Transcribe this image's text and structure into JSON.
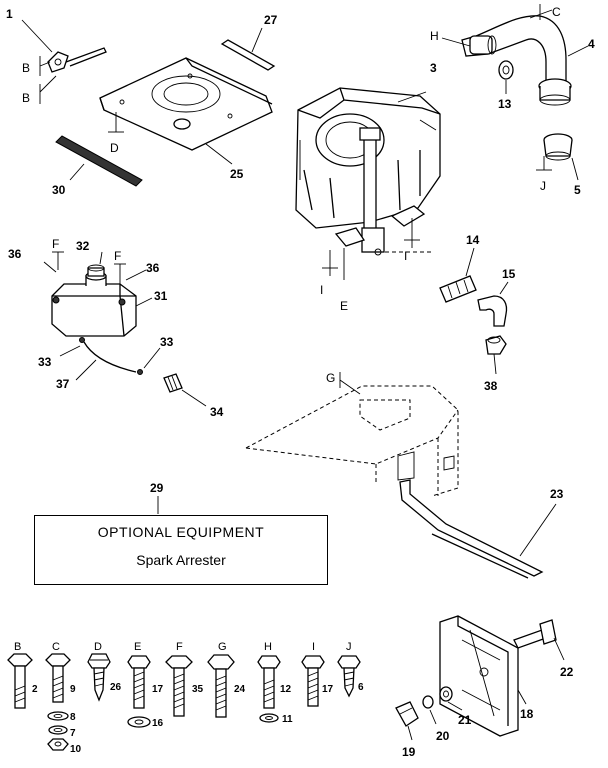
{
  "optional_equipment": {
    "title": "OPTIONAL EQUIPMENT",
    "item": "Spark Arrester"
  },
  "callouts": {
    "n1": "1",
    "n2": "2",
    "n3": "3",
    "n4": "4",
    "n5": "5",
    "n6": "6",
    "n7": "7",
    "n8": "8",
    "n9": "9",
    "n10": "10",
    "n11": "11",
    "n12": "12",
    "n13": "13",
    "n14": "14",
    "n15": "15",
    "n16": "16",
    "n17a": "17",
    "n17b": "17",
    "n18": "18",
    "n19": "19",
    "n20": "20",
    "n21": "21",
    "n22": "22",
    "n23": "23",
    "n24": "24",
    "n25": "25",
    "n26": "26",
    "n27": "27",
    "n29": "29",
    "n30": "30",
    "n31": "31",
    "n32": "32",
    "n33a": "33",
    "n33b": "33",
    "n34": "34",
    "n35": "35",
    "n36a": "36",
    "n36b": "36",
    "n37": "37",
    "n38": "38"
  },
  "fastener_letters": {
    "b_top": "B",
    "b_mid": "B",
    "c_top": "C",
    "d_top": "D",
    "e_top": "E",
    "f_left": "F",
    "f_right": "F",
    "g_top": "G",
    "h_top": "H",
    "i_top": "I",
    "i_left": "I",
    "j_top": "J"
  },
  "hardware_row": {
    "letters": [
      "B",
      "C",
      "D",
      "E",
      "F",
      "G",
      "H",
      "I",
      "J"
    ]
  }
}
